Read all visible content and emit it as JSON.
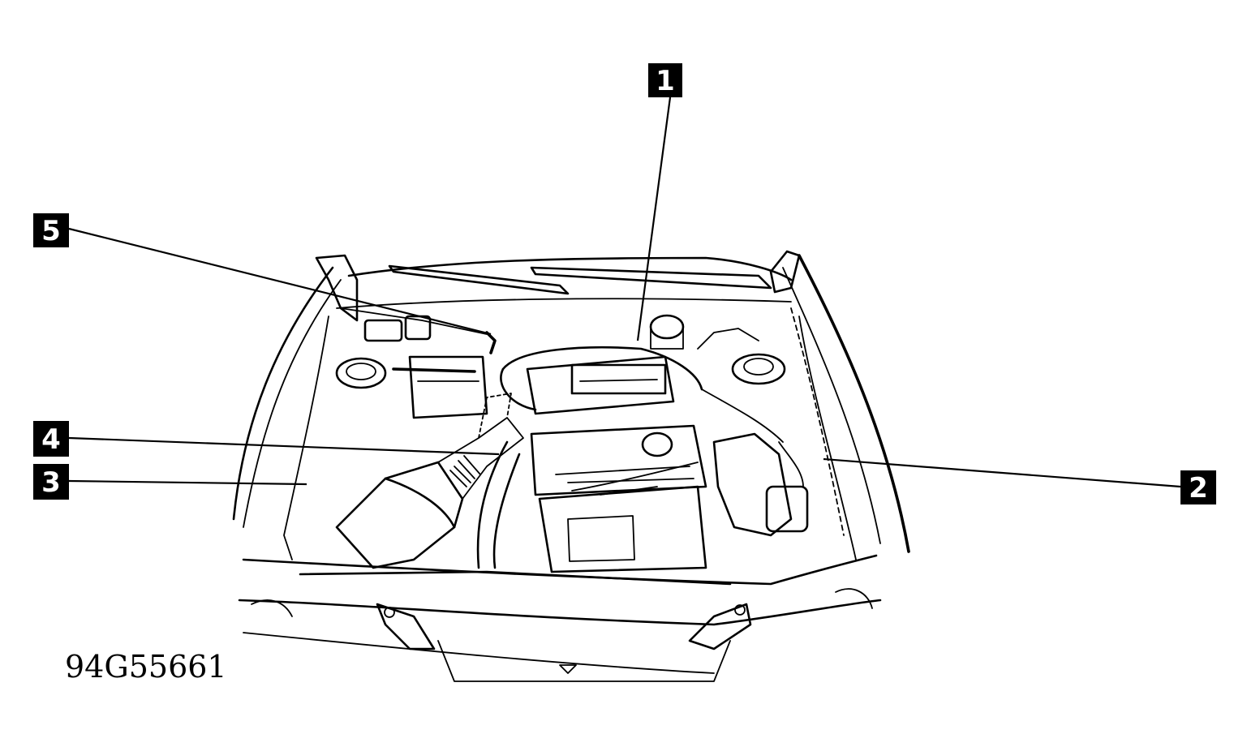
{
  "figure_id": "94G55661",
  "callouts": [
    {
      "number": "1"
    },
    {
      "number": "2"
    },
    {
      "number": "3"
    },
    {
      "number": "4"
    },
    {
      "number": "5"
    }
  ],
  "ink_color": "#000000",
  "background_color": "#ffffff"
}
